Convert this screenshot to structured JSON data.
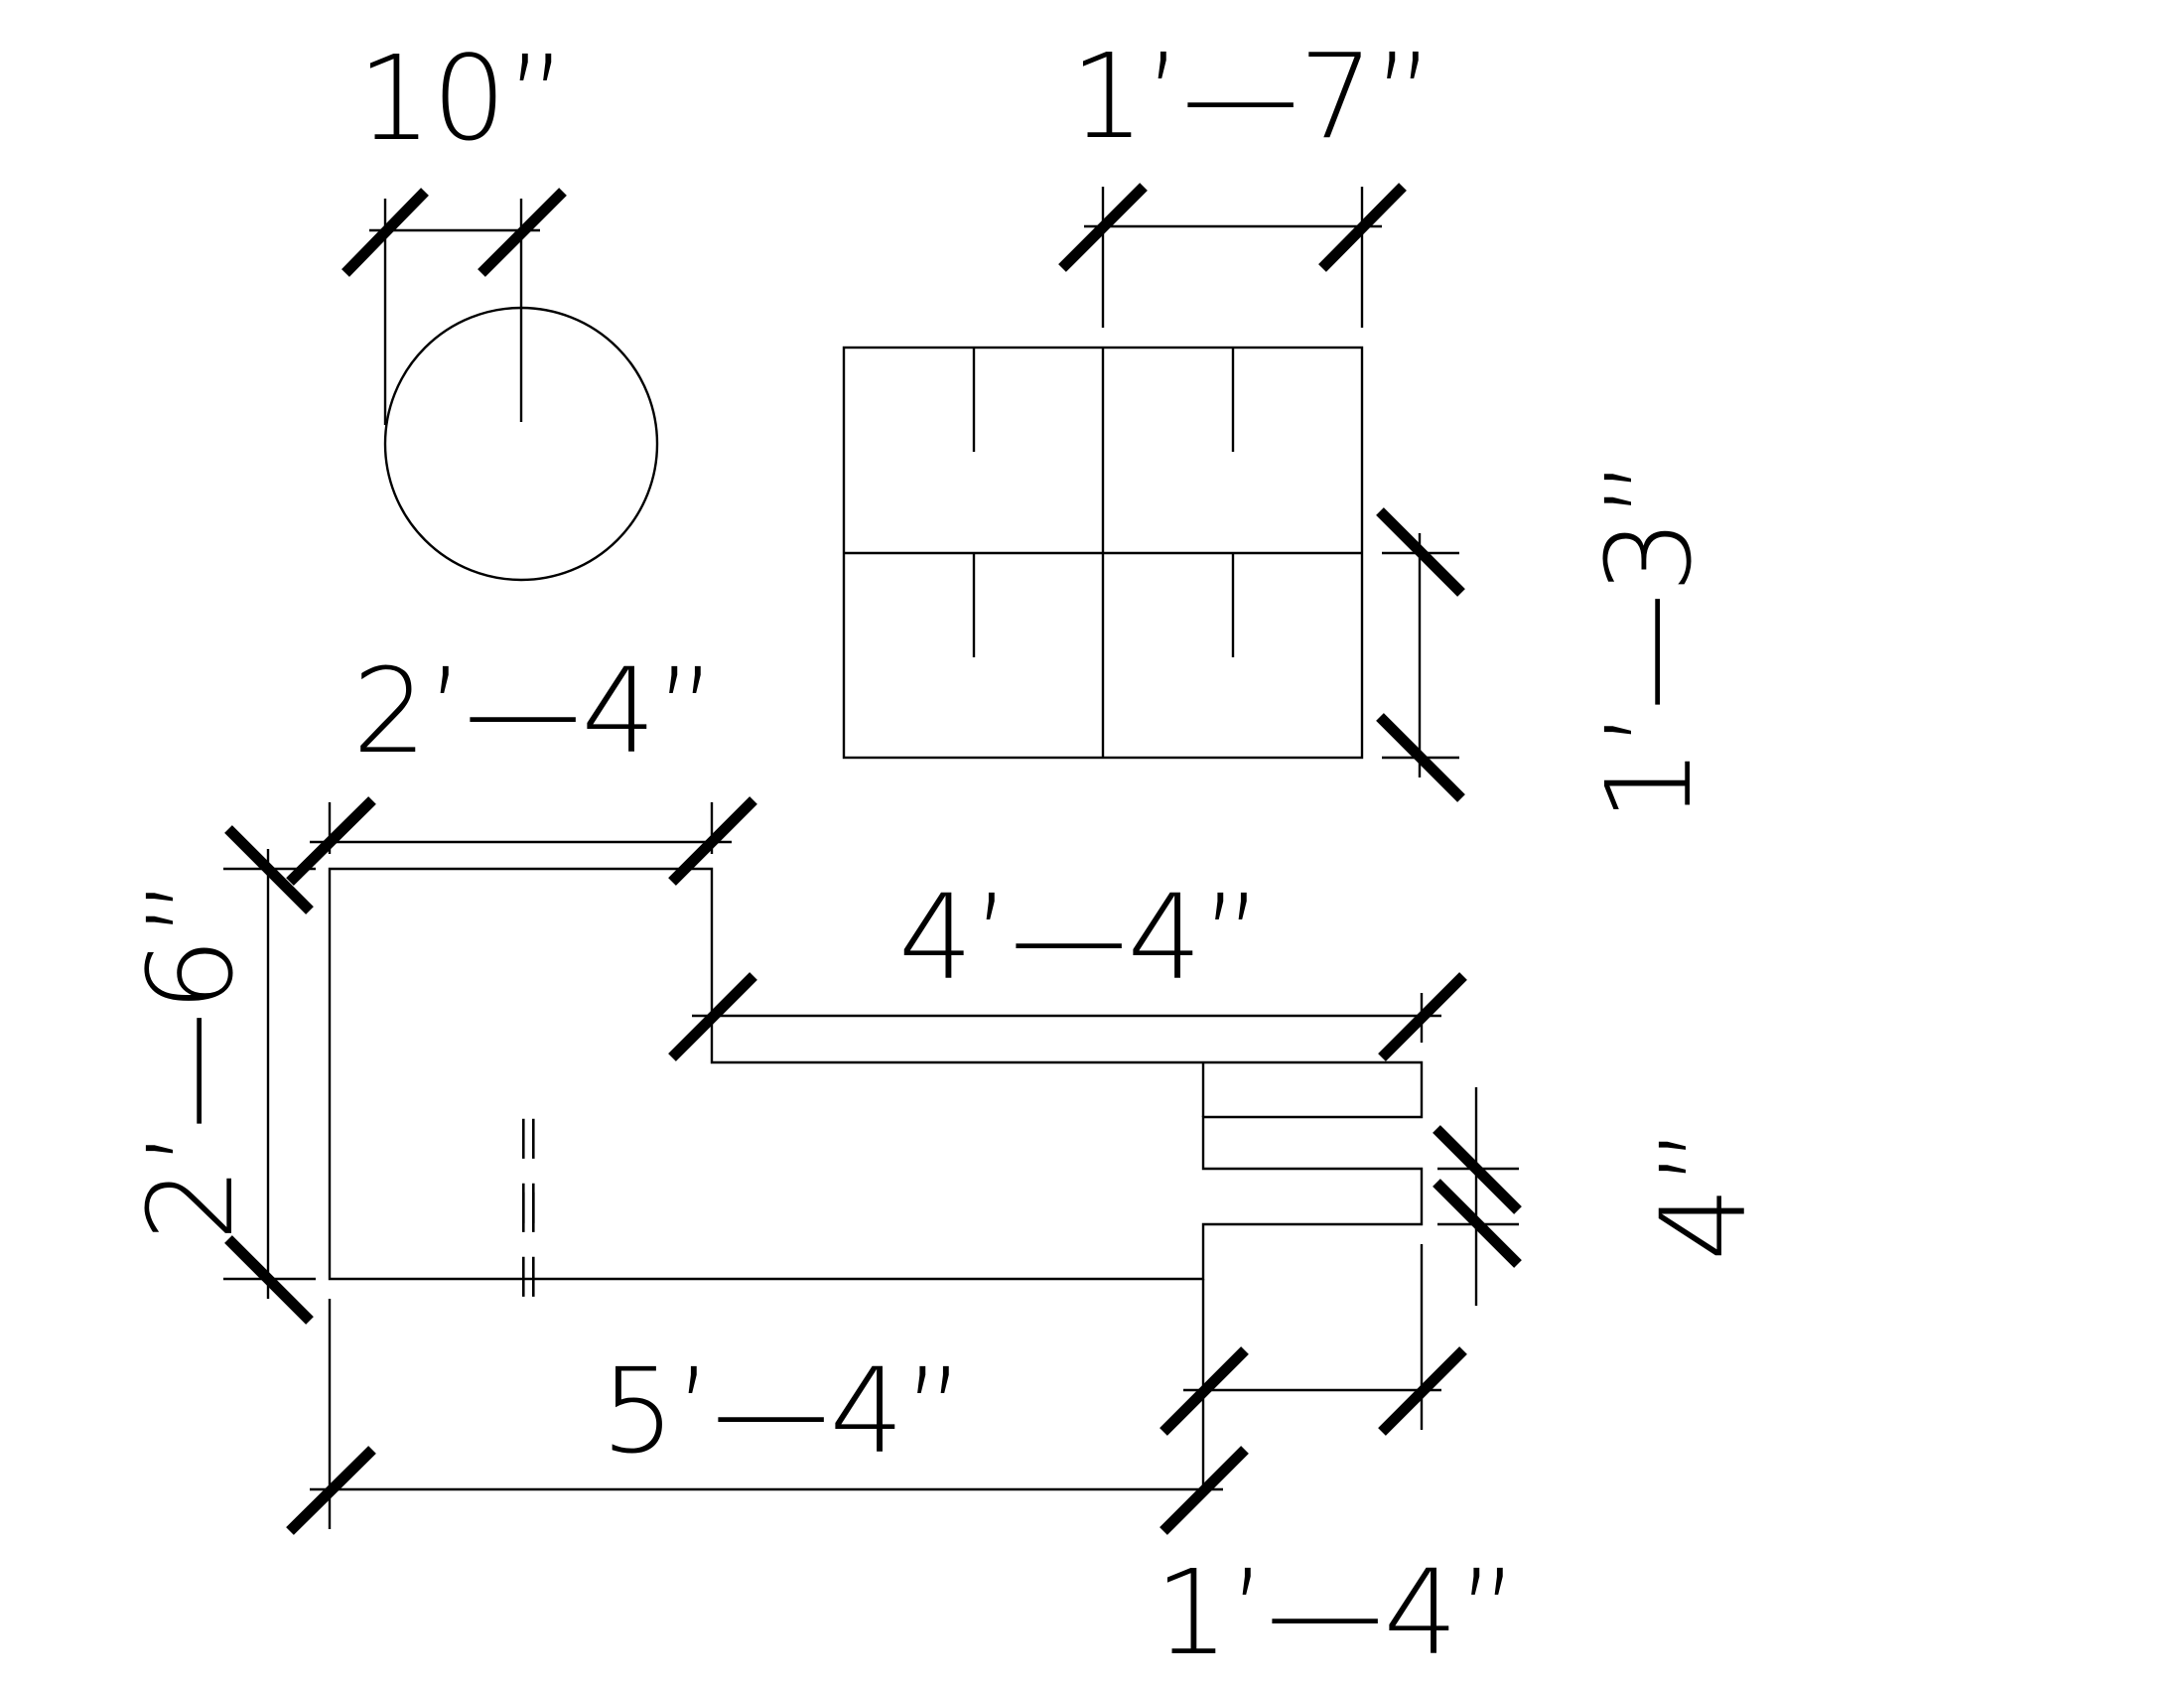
{
  "drawing": {
    "dimensions": {
      "circle_diameter": "10”",
      "grid_width": "1’—7”",
      "grid_height": "1’—3”",
      "top_width": "2’—4”",
      "left_height": "2’—6”",
      "arm_length": "4’—4”",
      "bottom_width": "5’—4”",
      "slot_depth": "1’—4”",
      "slot_width": "4”"
    },
    "center_mark_top": "= =",
    "center_mark_bottom": "= ="
  }
}
